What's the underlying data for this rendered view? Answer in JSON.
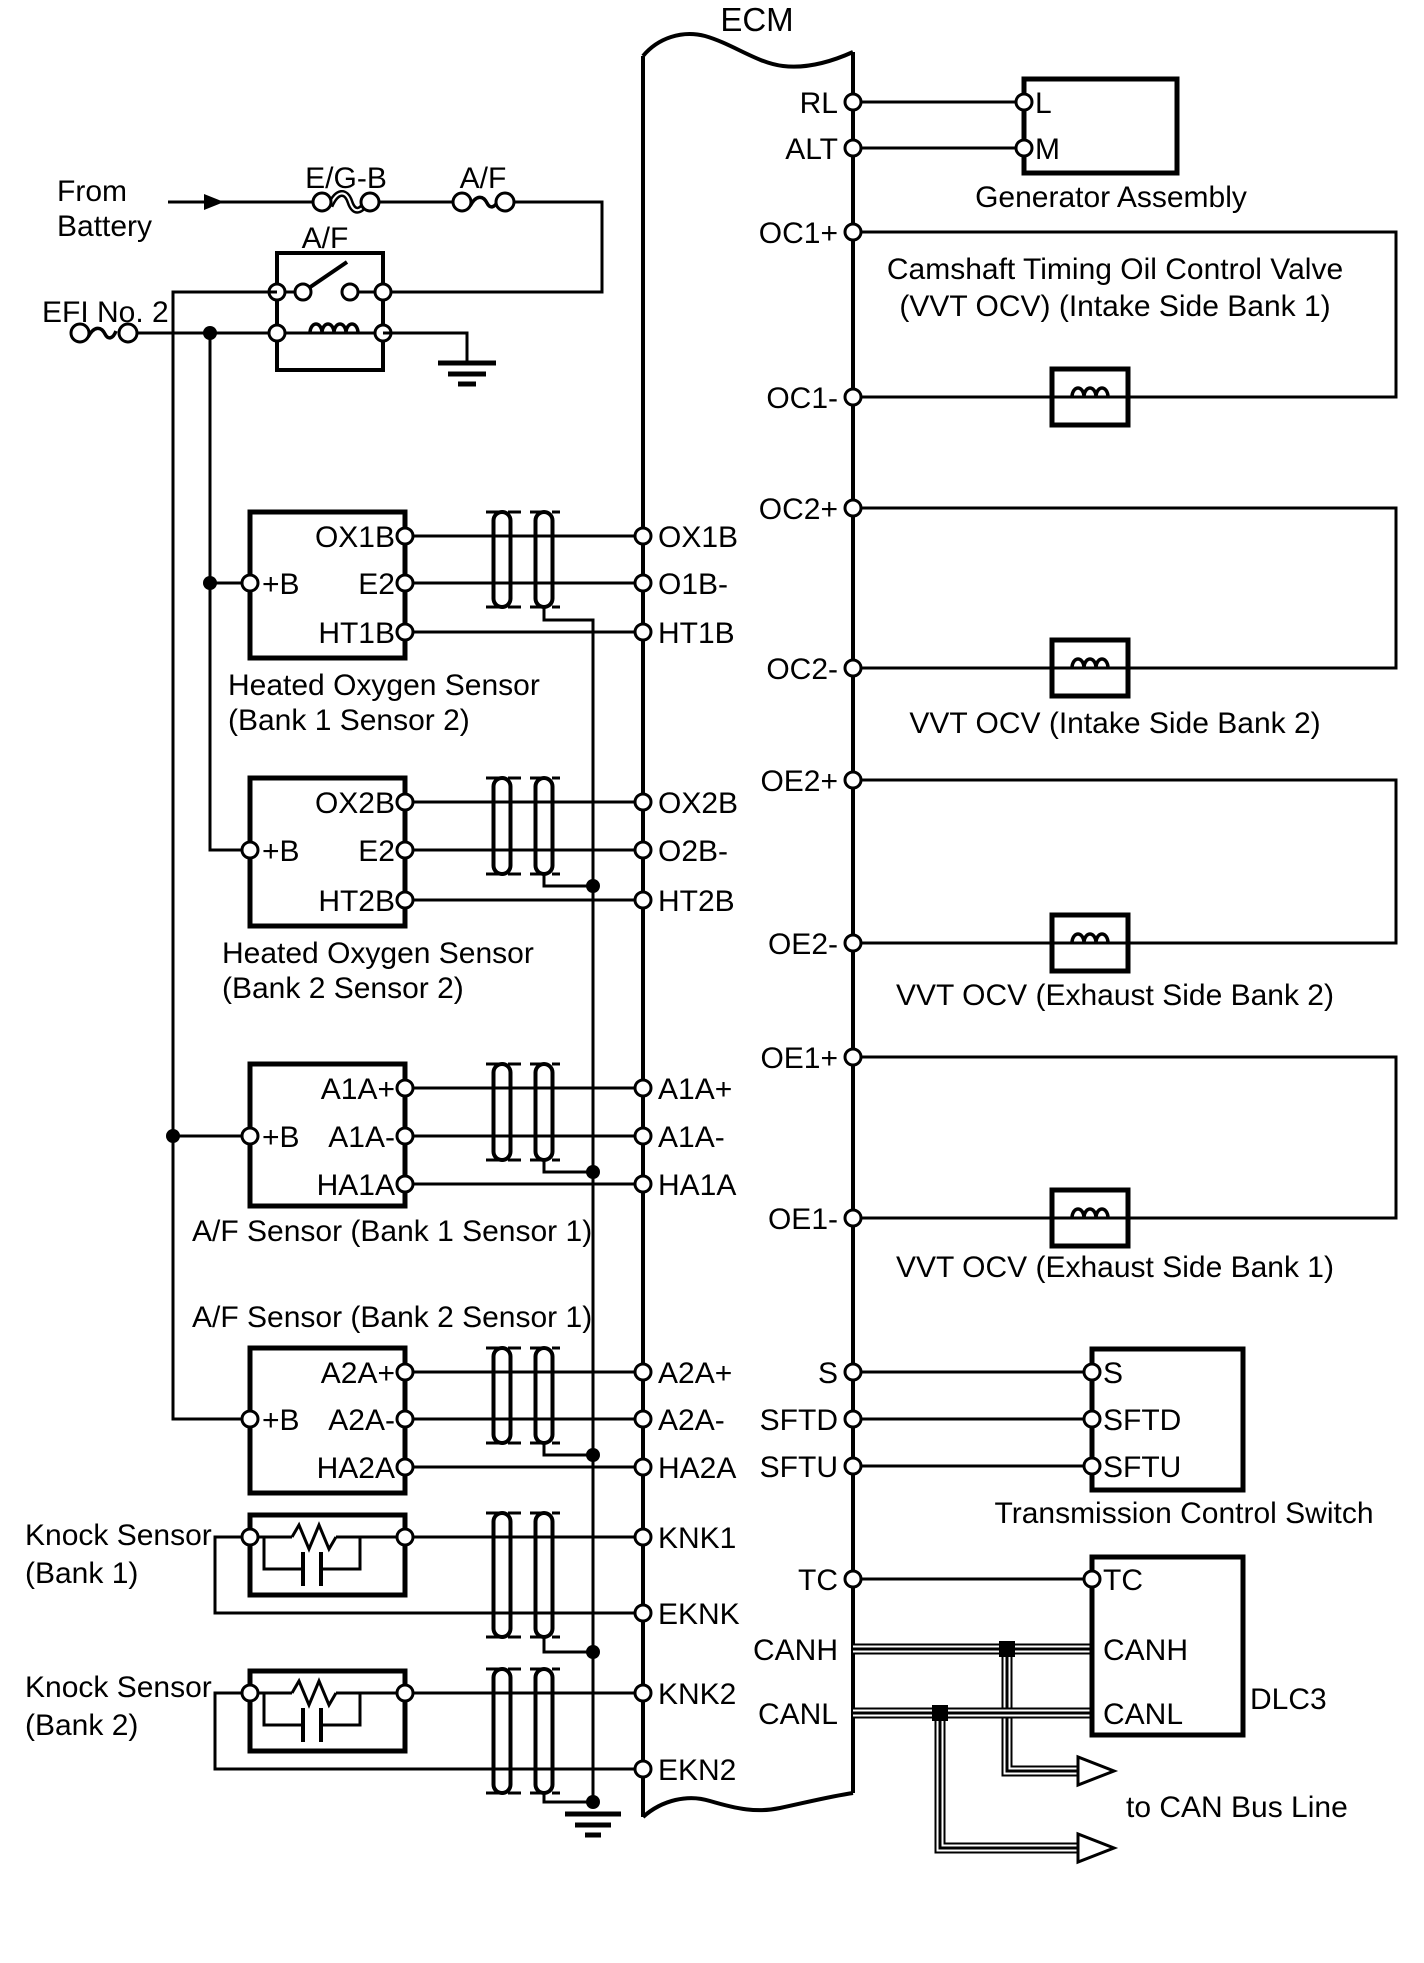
{
  "ink": "#000000",
  "paper": "#ffffff",
  "diagram_title": "ECM",
  "power": {
    "from_line1": "From",
    "from_line2": "Battery",
    "fuse_egb": "E/G-B",
    "fuse_af": "A/F",
    "relay_label": "A/F",
    "fuse_efi": "EFI No. 2"
  },
  "ecm_pins_left": {
    "ox1b": "OX1B",
    "o1b_m": "O1B-",
    "ht1b": "HT1B",
    "ox2b": "OX2B",
    "o2b_m": "O2B-",
    "ht2b": "HT2B",
    "a1a_p": "A1A+",
    "a1a_m": "A1A-",
    "ha1a": "HA1A",
    "a2a_p": "A2A+",
    "a2a_m": "A2A-",
    "ha2a": "HA2A",
    "knk1": "KNK1",
    "eknk": "EKNK",
    "knk2": "KNK2",
    "ekn2": "EKN2"
  },
  "ecm_pins_right": {
    "rl": "RL",
    "alt": "ALT",
    "oc1_p": "OC1+",
    "oc1_m": "OC1-",
    "oc2_p": "OC2+",
    "oc2_m": "OC2-",
    "oe2_p": "OE2+",
    "oe2_m": "OE2-",
    "oe1_p": "OE1+",
    "oe1_m": "OE1-",
    "s": "S",
    "sftd": "SFTD",
    "sftu": "SFTU",
    "tc": "TC",
    "canh": "CANH",
    "canl": "CANL"
  },
  "sensors": {
    "ho2s_b1s2": {
      "pin_b": "+B",
      "pin_top": "OX1B",
      "pin_mid": "E2",
      "pin_bot": "HT1B",
      "caption1": "Heated Oxygen Sensor",
      "caption2": "(Bank 1 Sensor 2)"
    },
    "ho2s_b2s2": {
      "pin_b": "+B",
      "pin_top": "OX2B",
      "pin_mid": "E2",
      "pin_bot": "HT2B",
      "caption1": "Heated Oxygen Sensor",
      "caption2": "(Bank 2 Sensor 2)"
    },
    "af_b1s1": {
      "pin_b": "+B",
      "pin_top": "A1A+",
      "pin_mid": "A1A-",
      "pin_bot": "HA1A",
      "caption": "A/F Sensor (Bank 1 Sensor 1)"
    },
    "af_b2s1": {
      "pin_b": "+B",
      "pin_top": "A2A+",
      "pin_mid": "A2A-",
      "pin_bot": "HA2A",
      "caption": "A/F Sensor (Bank 2 Sensor 1)"
    },
    "knock1": {
      "caption1": "Knock Sensor",
      "caption2": "(Bank 1)"
    },
    "knock2": {
      "caption1": "Knock Sensor",
      "caption2": "(Bank 2)"
    }
  },
  "right_components": {
    "generator": {
      "pin_l": "L",
      "pin_m": "M",
      "caption": "Generator Assembly"
    },
    "oc1": {
      "caption1": "Camshaft Timing Oil Control Valve",
      "caption2": "(VVT OCV) (Intake Side Bank 1)"
    },
    "oc2": {
      "caption": "VVT OCV (Intake Side Bank 2)"
    },
    "oe2": {
      "caption": "VVT OCV (Exhaust Side Bank 2)"
    },
    "oe1": {
      "caption": "VVT OCV (Exhaust Side Bank 1)"
    },
    "tcs": {
      "pin_s": "S",
      "pin_sftd": "SFTD",
      "pin_sftu": "SFTU",
      "caption": "Transmission Control Switch"
    },
    "dlc3": {
      "pin_tc": "TC",
      "pin_canh": "CANH",
      "pin_canl": "CANL",
      "label": "DLC3"
    },
    "can_note": "to CAN Bus Line"
  }
}
